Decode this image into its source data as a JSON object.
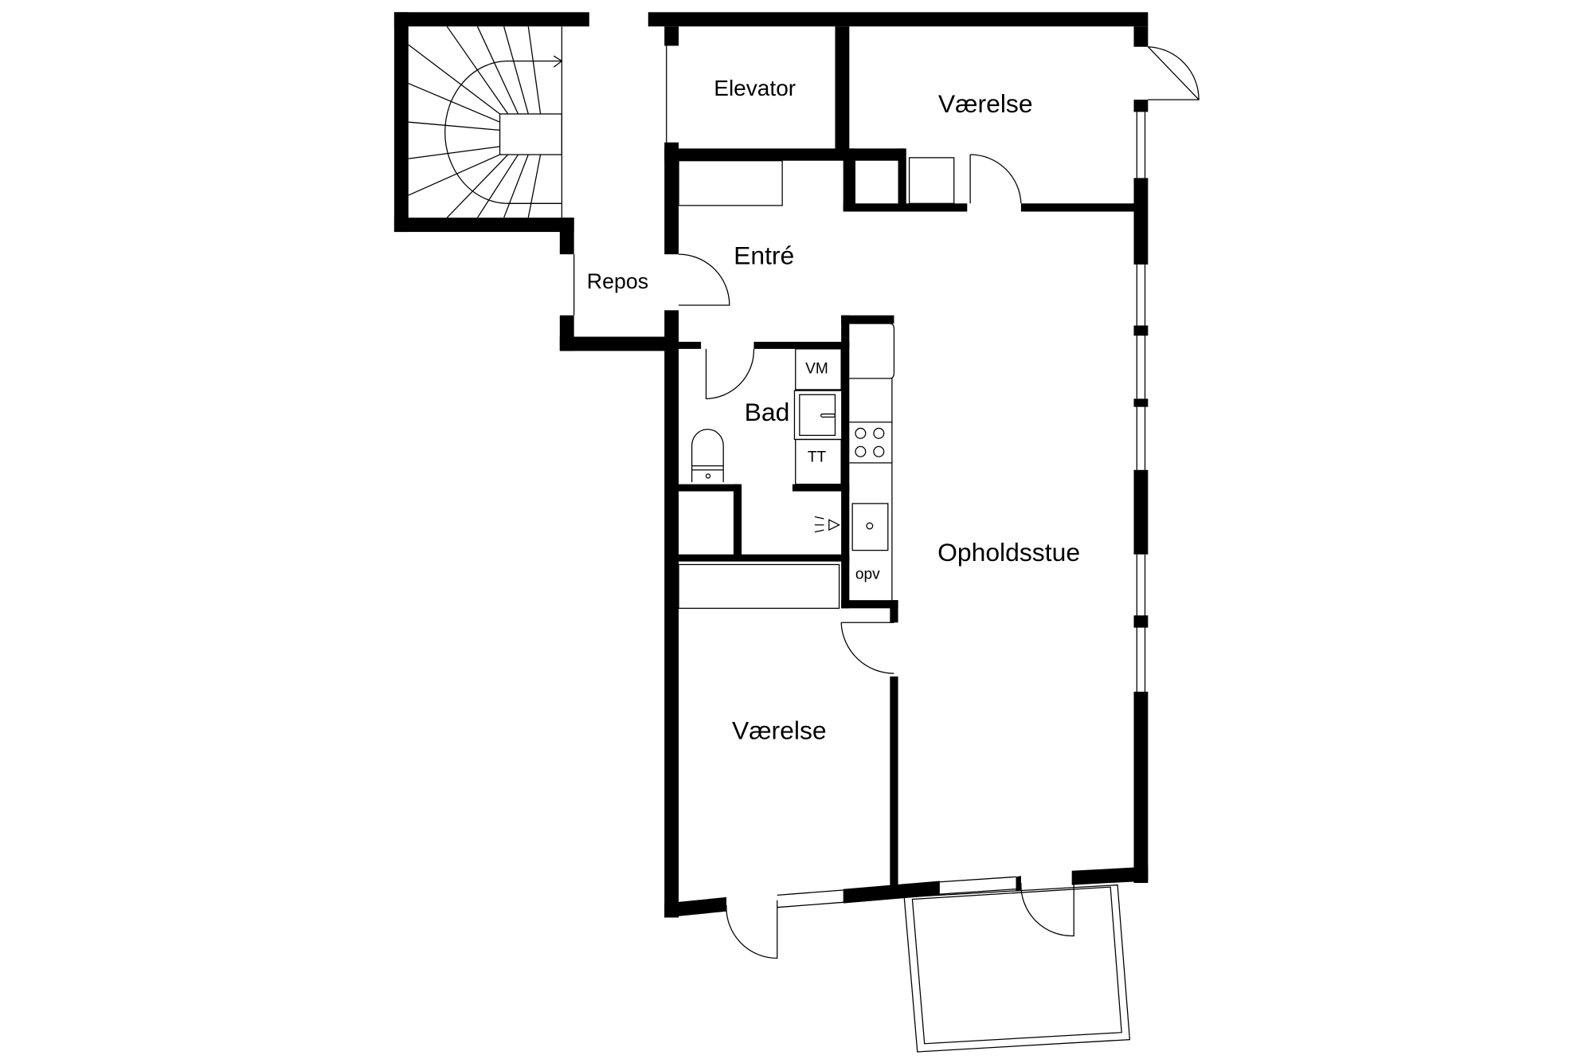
{
  "plan": {
    "rooms": {
      "elevator": "Elevator",
      "bedroom_top": "Værelse",
      "entry": "Entré",
      "landing": "Repos",
      "bath": "Bad",
      "living": "Opholdsstue",
      "bedroom_bottom": "Værelse"
    },
    "fixtures": {
      "washing_machine": "VM",
      "tumble_dryer": "TT",
      "dishwasher": "opv"
    },
    "colors": {
      "wall": "#000000",
      "background": "#ffffff"
    }
  }
}
